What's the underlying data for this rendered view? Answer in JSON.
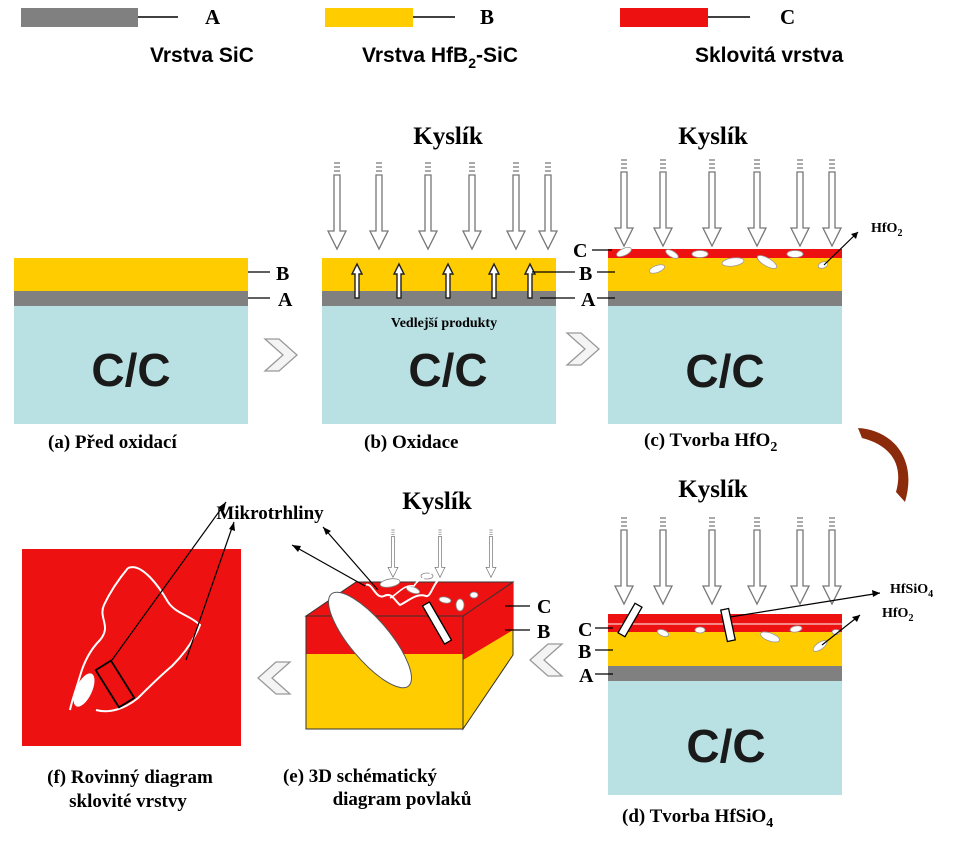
{
  "legend": {
    "a": {
      "letter": "A",
      "label": "Vrstva SiC",
      "color": "#808080"
    },
    "b": {
      "letter": "B",
      "label_main": "Vrstva HfB",
      "label_sub": "2",
      "label_tail": "-SiC",
      "color": "#ffcc00"
    },
    "c": {
      "letter": "C",
      "label": "Sklovitá vrstva",
      "color": "#ee1111"
    }
  },
  "substrate": {
    "text": "C/C",
    "color": "#b9e0e3"
  },
  "oxygen": "Kyslík",
  "layer_letters": {
    "a": "A",
    "b": "B",
    "c": "C"
  },
  "panels": {
    "a": {
      "caption": "(a) Před oxidací"
    },
    "b": {
      "caption": "(b) Oxidace",
      "byproducts": "Vedlejší produkty"
    },
    "c": {
      "caption_main": "(c) Tvorba HfO",
      "caption_sub": "2",
      "hfo_main": "HfO",
      "hfo_sub": "2"
    },
    "d": {
      "caption_main": "(d) Tvorba HfSiO",
      "caption_sub": "4",
      "hfsio_main": "HfSiO",
      "hfsio_sub": "4",
      "hfo_main": "HfO",
      "hfo_sub": "2"
    },
    "e": {
      "caption_line1": "(e) 3D schématický",
      "caption_line2": "diagram povlaků"
    },
    "f": {
      "caption_line1": "(f) Rovinný diagram",
      "caption_line2": "sklovité vrstvy",
      "microcracks": "Mikrotrhliny"
    }
  }
}
